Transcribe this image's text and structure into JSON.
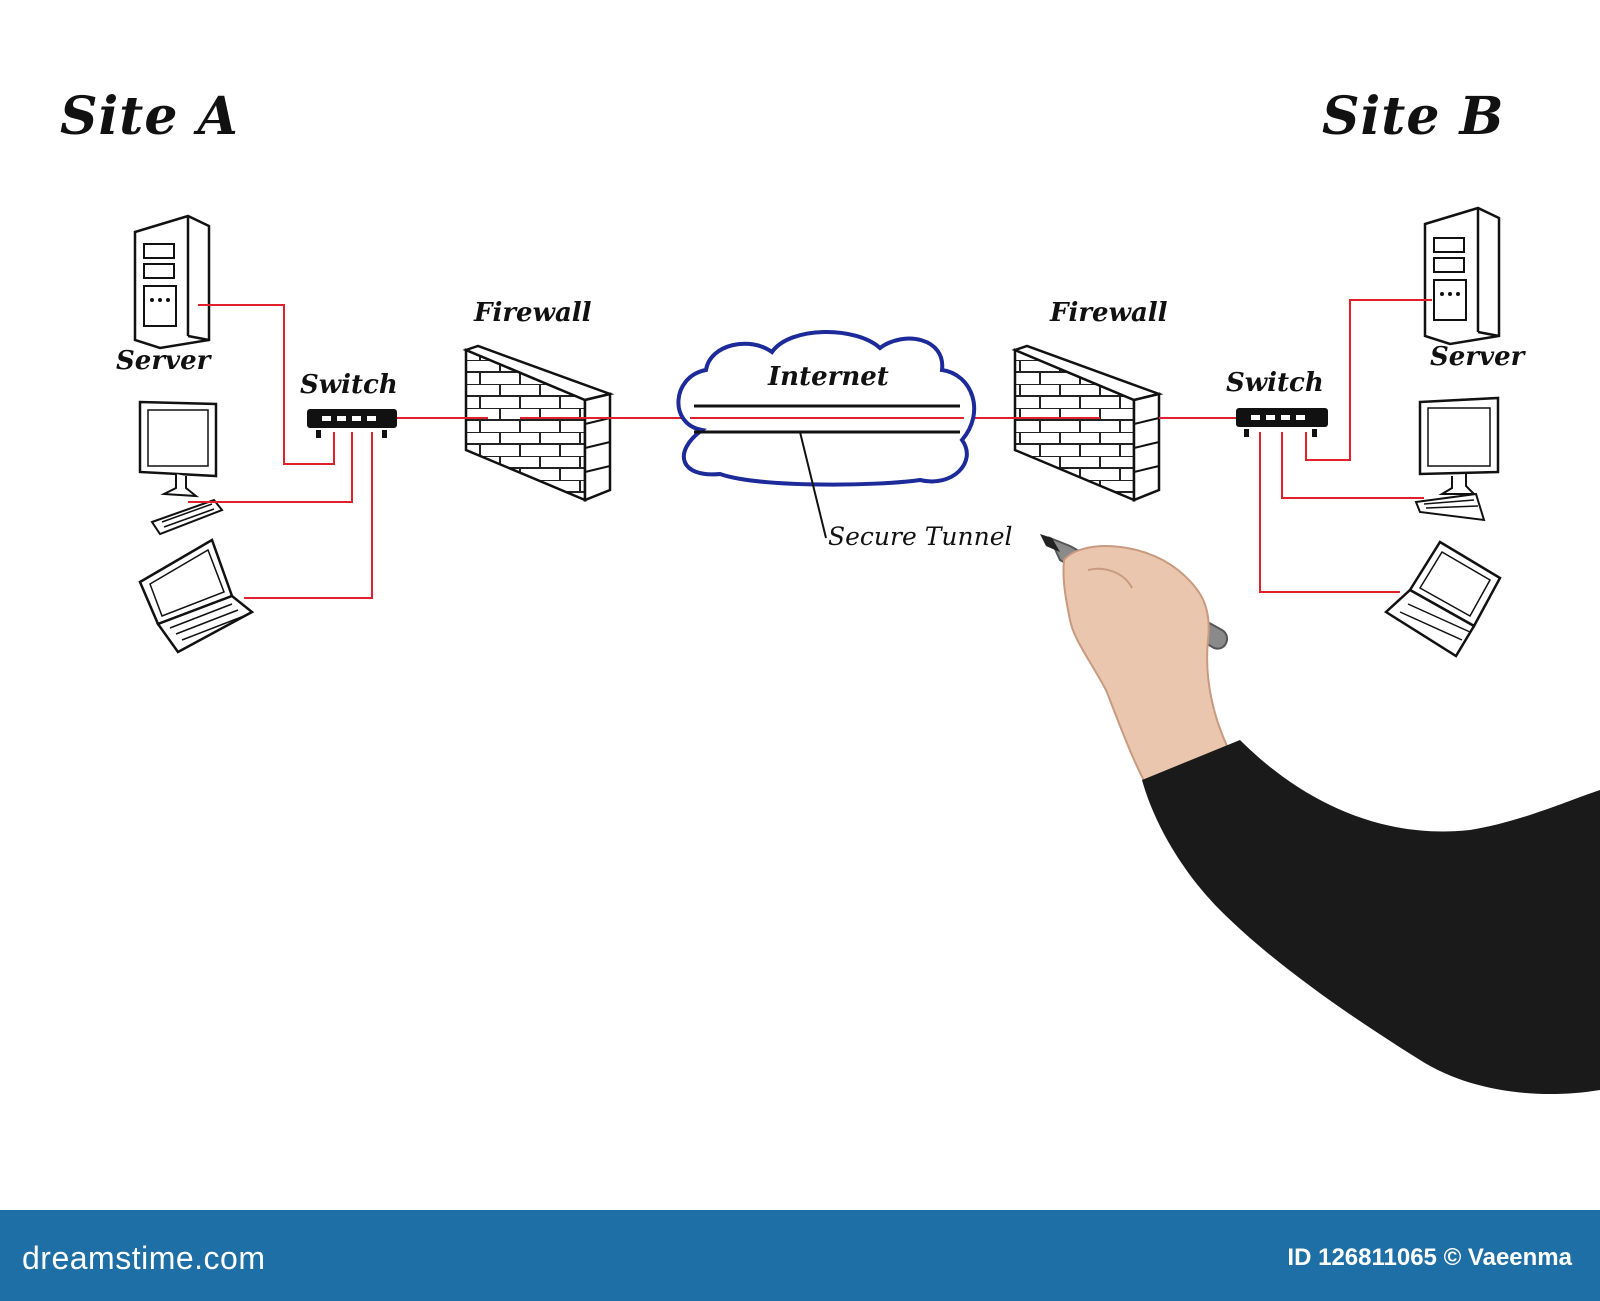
{
  "site_a": {
    "title": "Site A",
    "server_label": "Server",
    "switch_label": "Switch",
    "firewall_label": "Firewall"
  },
  "site_b": {
    "title": "Site B",
    "server_label": "Server",
    "switch_label": "Switch",
    "firewall_label": "Firewall"
  },
  "internet_label": "Internet",
  "tunnel_label": "Secure Tunnel",
  "footer": {
    "brand": "dreamstime.com",
    "credit": "ID 126811065 © Vaeenma"
  },
  "colors": {
    "link": "#e0202a",
    "cloud": "#1c2a9a",
    "footer": "#1d6fa5",
    "ink": "#111111"
  },
  "icons": [
    "server-icon",
    "monitor-icon",
    "keyboard-icon",
    "laptop-icon",
    "switch-icon",
    "firewall-icon",
    "cloud-icon",
    "marker-pen-icon",
    "hand-icon"
  ]
}
